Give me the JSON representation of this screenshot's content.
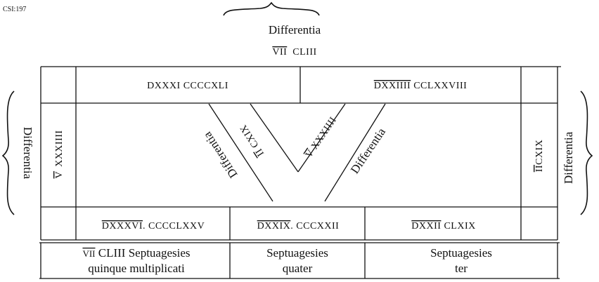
{
  "code": "CSI:197",
  "top": {
    "label": "Differentia",
    "value_over": "VII",
    "value_rest": "CLIII"
  },
  "left": {
    "label": "Differentia",
    "value_over": "V",
    "value_rest": "XXXIIII"
  },
  "right": {
    "label": "Differentia",
    "value_over": "II",
    "value_rest": "CXIX"
  },
  "top_row": [
    {
      "over": "",
      "rest": "DXXXI CCCCXLI"
    },
    {
      "over": "DXXIIII",
      "rest": " CCLXXVIII"
    }
  ],
  "bands": {
    "left": {
      "label": "Differentia",
      "value_over": "II",
      "value_rest": " CXIX"
    },
    "right": {
      "label": "Differentia",
      "value_over": "V",
      "value_rest": " XXXIIII"
    }
  },
  "bottom_row": [
    {
      "over": "DXXXVI",
      "rest": ". CCCCLXXV"
    },
    {
      "over": "DXXIX",
      "rest": ". CCCXXII"
    },
    {
      "over": "DXXII",
      "rest": " CLXIX"
    }
  ],
  "footer": [
    {
      "line1_over": "VII",
      "line1_rest": " CLIII Septuagesies",
      "line2": "quinque multiplicati"
    },
    {
      "line1_over": "",
      "line1_rest": "Septuagesies",
      "line2": "quater"
    },
    {
      "line1_over": "",
      "line1_rest": "Septuagesies",
      "line2": "ter"
    }
  ]
}
